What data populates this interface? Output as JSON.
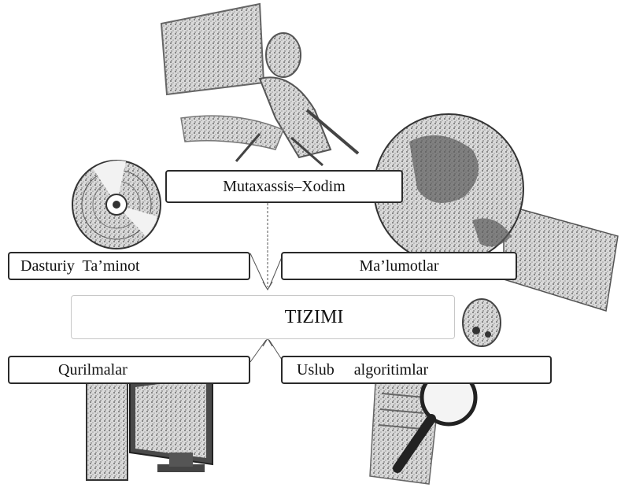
{
  "diagram": {
    "top_box": "Mutaxassis–Xodim",
    "left_upper_box": "Dasturiy  Ta’minot",
    "right_upper_box": "Ma’lumotlar",
    "center_box": "TIZIMI",
    "left_lower_box": "Qurilmalar",
    "right_lower_box": "Uslub     algoritimlar"
  },
  "illustrations": {
    "top": "person-at-computer-icon",
    "left_upper": "compact-disc-icon",
    "right_upper": "globe-and-map-icon",
    "left_lower": "desktop-computer-icon",
    "right_lower": "magnifying-glass-on-document-icon"
  },
  "colors": {
    "line": "#2a2a2a",
    "center_border": "#c8c8c8",
    "art": "#8a8a8a"
  }
}
